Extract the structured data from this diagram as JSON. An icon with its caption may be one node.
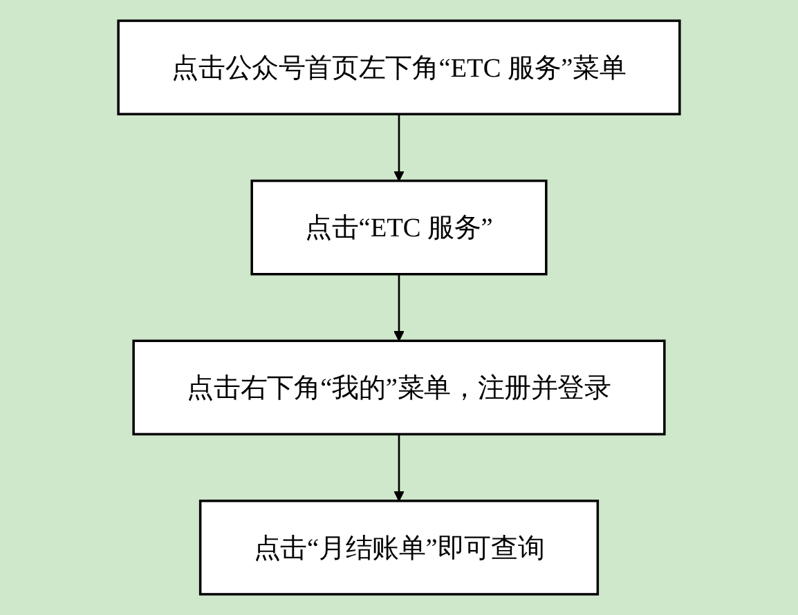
{
  "diagram": {
    "nodes": [
      {
        "text": [
          "点击公众号首页左下角“ETC 服务”菜单"
        ]
      },
      {
        "text": [
          "点击“ETC 服务”"
        ]
      },
      {
        "text": [
          "点击右下角“我的”菜单，注册并登录"
        ]
      },
      {
        "text": [
          "点击“月结账单”即可查询"
        ]
      }
    ],
    "edges": [
      {
        "from": 0,
        "to": 1,
        "arrow": "to"
      },
      {
        "from": 1,
        "to": 2,
        "arrow": "to"
      },
      {
        "from": 2,
        "to": 3,
        "arrow": "to"
      }
    ]
  }
}
